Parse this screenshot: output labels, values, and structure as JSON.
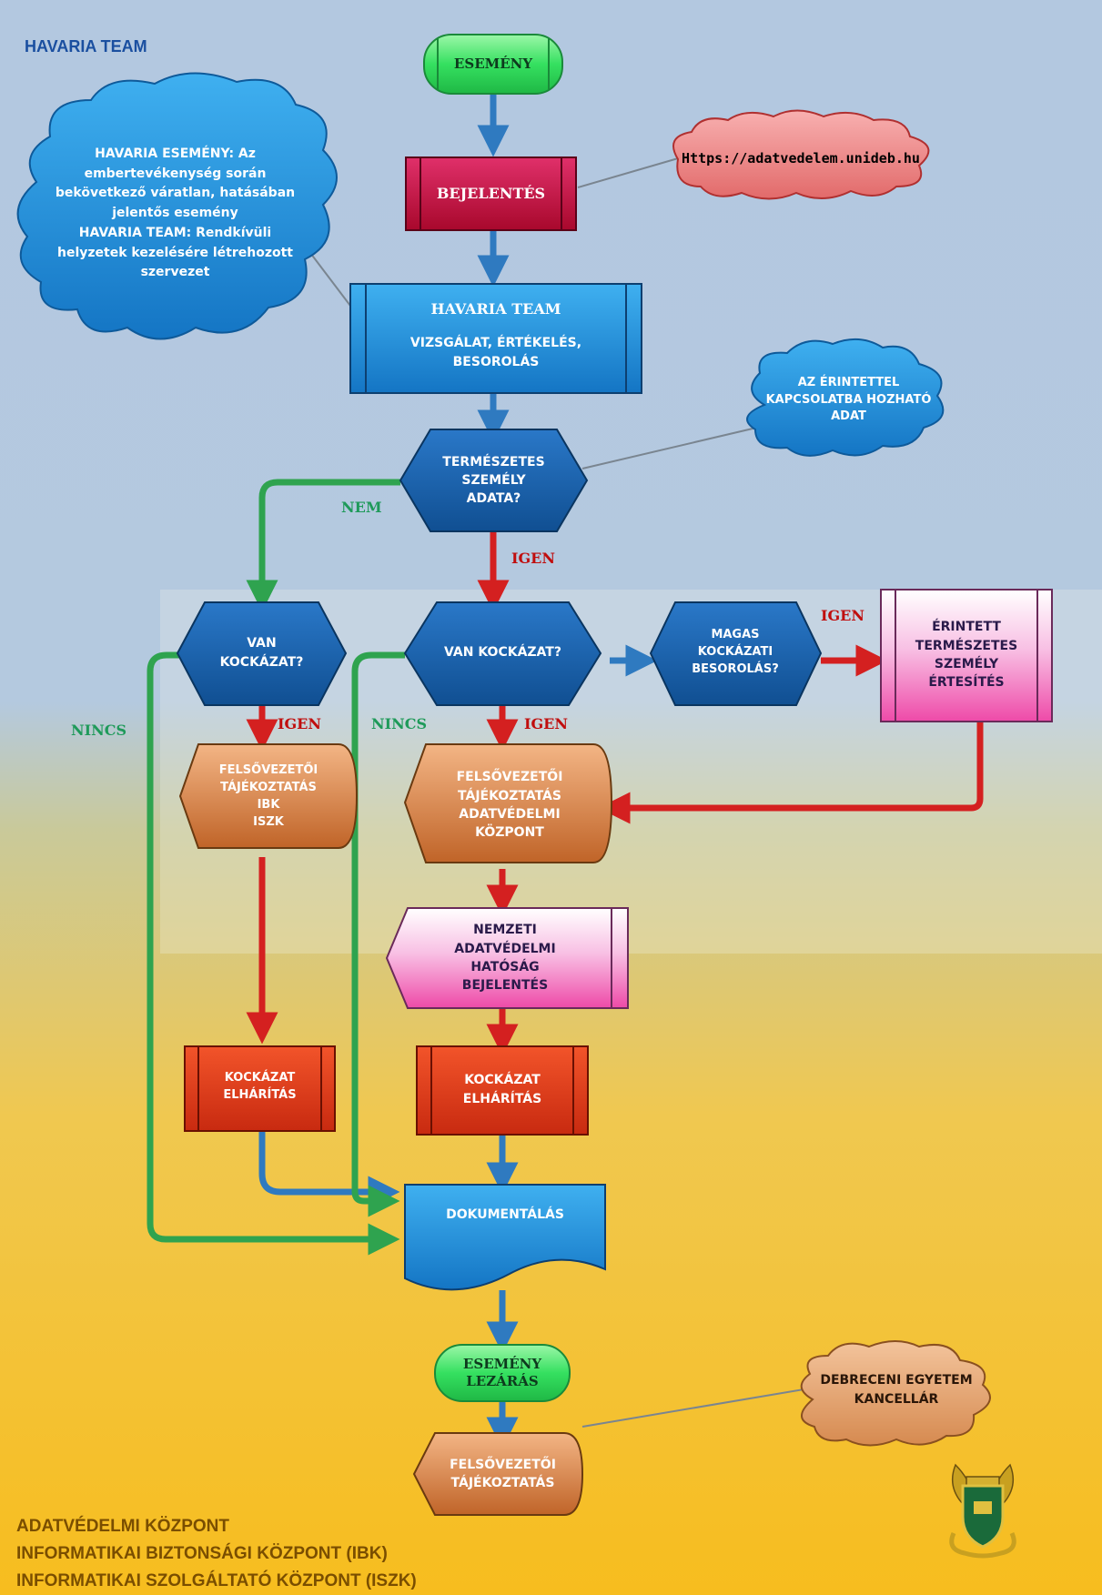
{
  "title": "HAVARIA TEAM",
  "nodes": {
    "esemeny": "ESEMÉNY",
    "bejelentes": "BEJELENTÉS",
    "url": "Https://adatvedelem.unideb.hu",
    "definition": "HAVARIA ESEMÉNY: Az\nembertevékenység során\nbekövetkező váratlan, hatásában\njelentős esemény\nHAVARIA TEAM: Rendkívüli\nhelyzetek kezelésére létrehozott\nszervezet",
    "havaria_title": "HAVARIA TEAM",
    "havaria_sub": "VIZSGÁLAT, ÉRTÉKELÉS,\nBESOROLÁS",
    "erintett_note": "AZ ÉRINTETTEL\nKAPCSOLATBA HOZHATÓ\nADAT",
    "termeszetes": "TERMÉSZETES\nSZEMÉLY\nADATA?",
    "van_kockazat_left": "VAN\nKOCKÁZAT?",
    "van_kockazat_center": "VAN KOCKÁZAT?",
    "magas": "MAGAS\nKOCKÁZATI\nBESOROLÁS?",
    "erintett_ertesites": "ÉRINTETT\nTERMÉSZETES\nSZEMÉLY\nÉRTESÍTÉS",
    "tajekoztatas_left": "FELSŐVEZETŐI\nTÁJÉKOZTATÁS\nIBK\nISZK",
    "tajekoztatas_center": "FELSŐVEZETŐI\nTÁJÉKOZTATÁS\nADATVÉDELMI\nKÖZPONT",
    "nemzeti": "NEMZETI\nADATVÉDELMI\nHATÓSÁG\nBEJELENTÉS",
    "elharitas_left": "KOCKÁZAT\nELHÁRÍTÁS",
    "elharitas_center": "KOCKÁZAT\nELHÁRÍTÁS",
    "dokumentalas": "DOKUMENTÁLÁS",
    "lezaras": "ESEMÉNY\nLEZÁRÁS",
    "kancellar": "DEBRECENI EGYETEM\nKANCELLÁR",
    "tajekoztatas_bottom": "FELSŐVEZETŐI\nTÁJÉKOZTATÁS"
  },
  "edges": {
    "nem": "NEM",
    "igen_1": "IGEN",
    "igen_2": "IGEN",
    "igen_3": "IGEN",
    "igen_4": "IGEN",
    "nincs_left": "NINCS",
    "nincs_center": "NINCS"
  },
  "footer": [
    "ADATVÉDELMI KÖZPONT",
    "INFORMATIKAI BIZTONSÁGI KÖZPONT (IBK)",
    "INFORMATIKAI SZOLGÁLTATÓ KÖZPONT (ISZK)"
  ],
  "colors": {
    "blue_box": "#1b8fd6",
    "dark_blue_hex": "#1560a8",
    "green_term": "#3ee86a",
    "crimson": "#c8103e",
    "orange": "#cd7a3c",
    "pink": "#f5a6d8",
    "red_arrow": "#d42020",
    "green_arrow": "#2fa34f",
    "blue_arrow": "#2f7ac0"
  }
}
